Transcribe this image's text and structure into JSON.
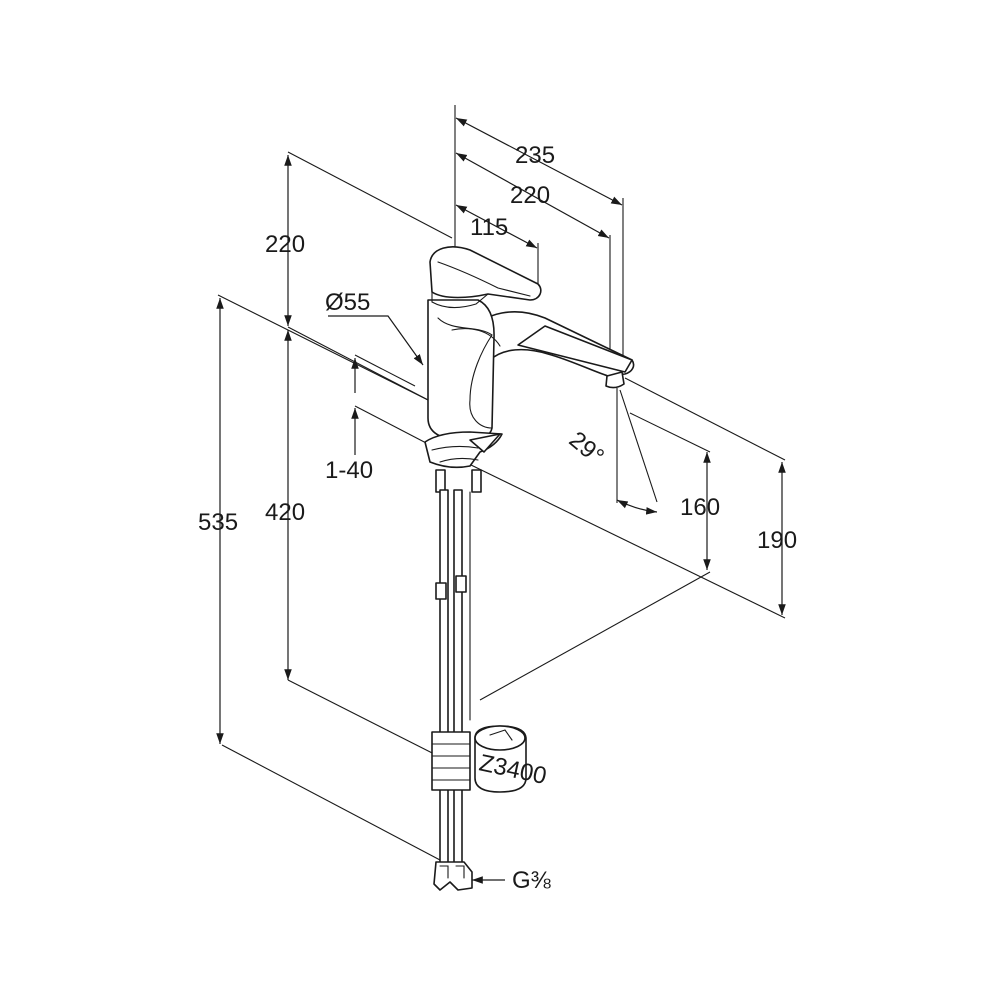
{
  "dimensions": {
    "depth_total": "235",
    "depth_spout": "220",
    "depth_lever": "115",
    "height_upper": "220",
    "diameter": "Ø55",
    "deck_thickness": "1-40",
    "height_total": "535",
    "height_body": "420",
    "spout_angle": "29°",
    "spout_clearance": "160",
    "spout_height": "190",
    "thread": "G⅜"
  },
  "product_label": "Z3400"
}
